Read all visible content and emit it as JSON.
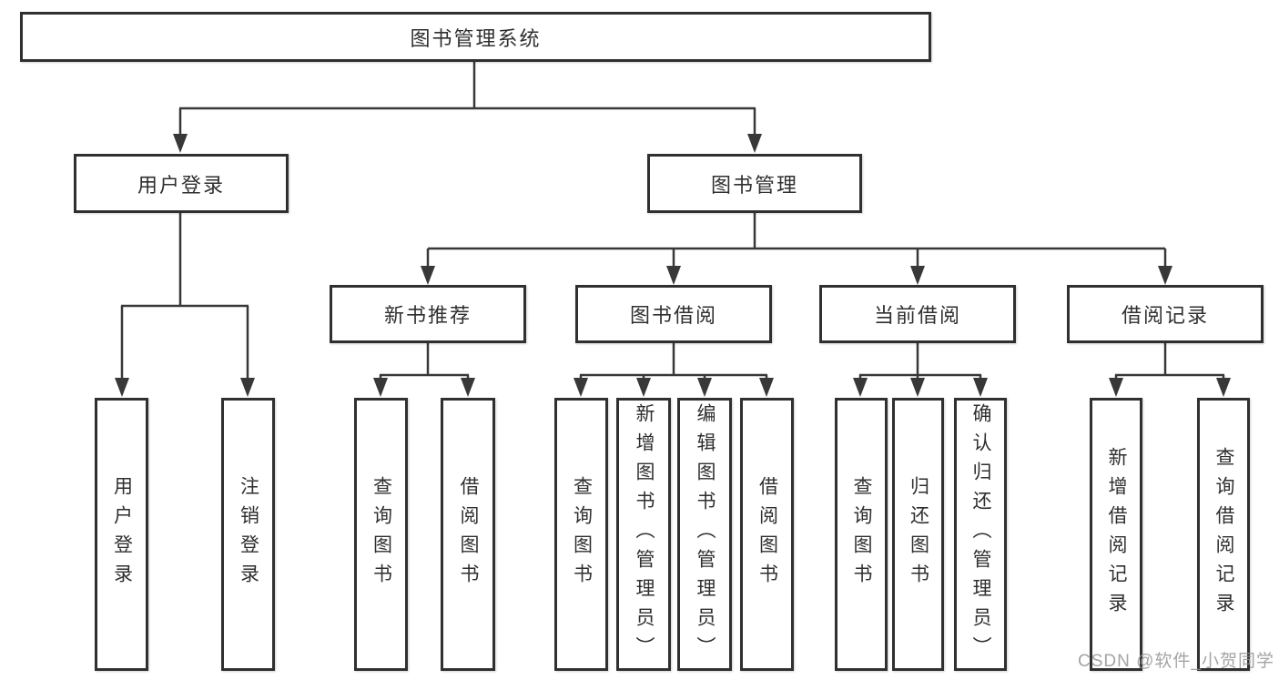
{
  "diagram": {
    "title": "图书管理系统",
    "colors": {
      "background": "#ffffff",
      "line": "#383838",
      "box_border": "#303030",
      "text": "#2f2f2f",
      "watermark": "#949494"
    },
    "nodes": {
      "root": {
        "label": "图书管理系统"
      },
      "user_login": {
        "label": "用户登录"
      },
      "book_mgmt": {
        "label": "图书管理"
      },
      "new_book_rec": {
        "label": "新书推荐"
      },
      "book_borrow": {
        "label": "图书借阅"
      },
      "current_borrow": {
        "label": "当前借阅"
      },
      "borrow_record": {
        "label": "借阅记录"
      },
      "leaf_user_login": {
        "label": "用户登录"
      },
      "leaf_logout": {
        "label": "注销登录"
      },
      "leaf_query_book_1": {
        "label": "查询图书"
      },
      "leaf_borrow_book_1": {
        "label": "借阅图书"
      },
      "leaf_query_book_2": {
        "label": "查询图书"
      },
      "leaf_add_book": {
        "label": "新增图书（管理员）"
      },
      "leaf_edit_book": {
        "label": "编辑图书（管理员）"
      },
      "leaf_borrow_book_2": {
        "label": "借阅图书"
      },
      "leaf_query_book_3": {
        "label": "查询图书"
      },
      "leaf_return_book": {
        "label": "归还图书"
      },
      "leaf_confirm_return": {
        "label": "确认归还（管理员）"
      },
      "leaf_add_borrow_record": {
        "label": "新增借阅记录"
      },
      "leaf_query_borrow_record": {
        "label": "查询借阅记录"
      }
    },
    "watermark": {
      "text": "CSDN @软件_小贺同学"
    }
  }
}
